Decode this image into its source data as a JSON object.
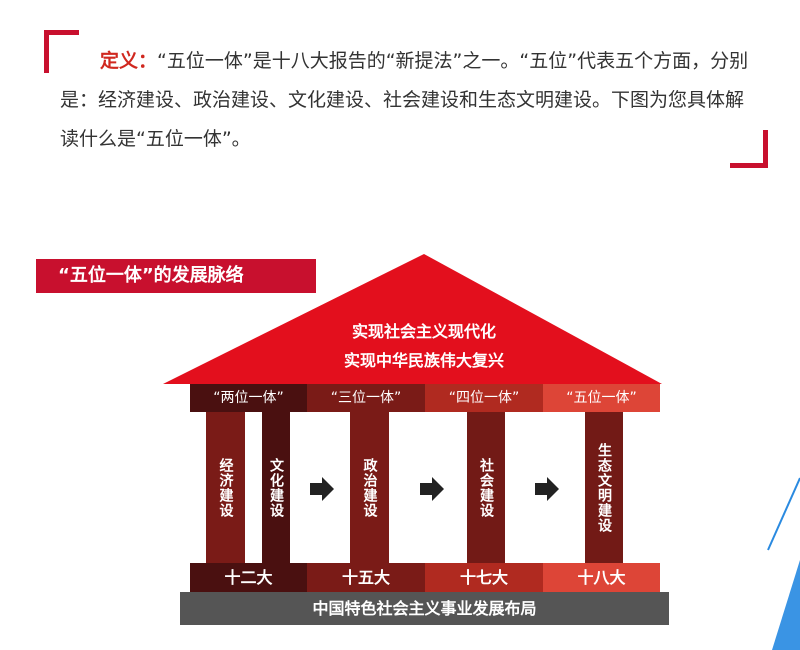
{
  "definition": {
    "label": "定义：",
    "text": "“五位一体”是十八大报告的“新提法”之一。“五位”代表五个方面，分别是：经济建设、政治建设、文化建设、社会建设和生态文明建设。下图为您具体解读什么是“五位一体”。"
  },
  "diagram": {
    "banner_title": "“五位一体”的发展脉络",
    "roof_line1": "实现社会主义现代化",
    "roof_line2": "实现中华民族伟大复兴",
    "stages": [
      {
        "header": "“两位一体”",
        "congress": "十二大",
        "color": "#4a1010"
      },
      {
        "header": "“三位一体”",
        "congress": "十五大",
        "color": "#7a1b17"
      },
      {
        "header": "“四位一体”",
        "congress": "十七大",
        "color": "#b02a20"
      },
      {
        "header": "“五位一体”",
        "congress": "十八大",
        "color": "#dd4537"
      }
    ],
    "pillars": [
      "经济建设",
      "文化建设",
      "政治建设",
      "社会建设",
      "生态文明建设"
    ],
    "base": "中国特色社会主义事业发展布局",
    "roof_color": "#e30f1d"
  }
}
